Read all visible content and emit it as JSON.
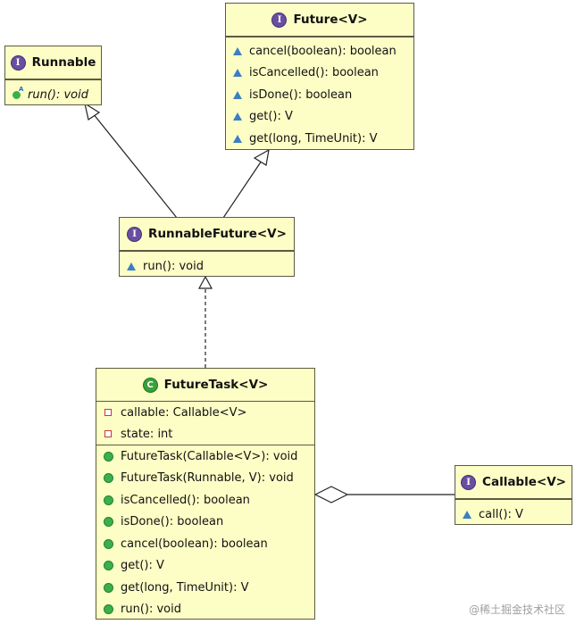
{
  "boxes": {
    "runnable": {
      "name": "Runnable",
      "badge": "I",
      "members": [
        {
          "text": "run(): void",
          "symbol": "abstract-public-method"
        }
      ]
    },
    "future": {
      "name": "Future<V>",
      "badge": "I",
      "members": [
        {
          "text": "cancel(boolean): boolean",
          "symbol": "public-method-triangle"
        },
        {
          "text": "isCancelled(): boolean",
          "symbol": "public-method-triangle"
        },
        {
          "text": "isDone(): boolean",
          "symbol": "public-method-triangle"
        },
        {
          "text": "get(): V",
          "symbol": "public-method-triangle"
        },
        {
          "text": "get(long, TimeUnit): V",
          "symbol": "public-method-triangle"
        }
      ]
    },
    "runnableFuture": {
      "name": "RunnableFuture<V>",
      "badge": "I",
      "members": [
        {
          "text": "run(): void",
          "symbol": "public-method-triangle"
        }
      ]
    },
    "futureTask": {
      "name": "FutureTask<V>",
      "badge": "C",
      "fields": [
        {
          "text": "callable: Callable<V>",
          "symbol": "private-field-square"
        },
        {
          "text": "state: int",
          "symbol": "private-field-square"
        }
      ],
      "members": [
        {
          "text": "FutureTask(Callable<V>): void",
          "symbol": "public-method-circle"
        },
        {
          "text": "FutureTask(Runnable, V): void",
          "symbol": "public-method-circle"
        },
        {
          "text": "isCancelled(): boolean",
          "symbol": "public-method-circle"
        },
        {
          "text": "isDone(): boolean",
          "symbol": "public-method-circle"
        },
        {
          "text": "cancel(boolean): boolean",
          "symbol": "public-method-circle"
        },
        {
          "text": "get(): V",
          "symbol": "public-method-circle"
        },
        {
          "text": "get(long, TimeUnit): V",
          "symbol": "public-method-circle"
        },
        {
          "text": "run(): void",
          "symbol": "public-method-circle"
        }
      ]
    },
    "callable": {
      "name": "Callable<V>",
      "badge": "I",
      "members": [
        {
          "text": "call(): V",
          "symbol": "public-method-triangle"
        }
      ]
    }
  },
  "watermark": "@稀土掘金技术社区",
  "colors": {
    "box_fill": "#fdfdc6",
    "box_border": "#5b5b44",
    "interface_badge": "#6a4fa0",
    "class_badge": "#3aa13a",
    "public_method_triangle": "#3a7fc4",
    "public_method_circle": "#3bb04a",
    "private_field": "#c23b3b"
  }
}
